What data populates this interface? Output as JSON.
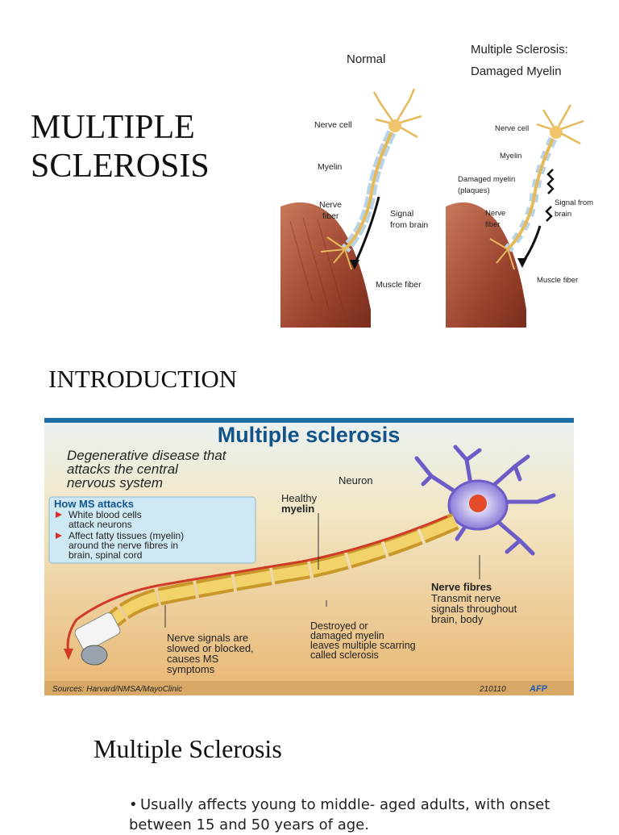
{
  "slide1": {
    "title_line1": "MULTIPLE",
    "title_line2": "SCLEROSIS",
    "figure": {
      "normal_heading": "Normal",
      "ms_heading_line1": "Multiple Sclerosis:",
      "ms_heading_line2": "Damaged Myelin",
      "normal_labels": {
        "nerve_cell": "Nerve cell",
        "myelin": "Myelin",
        "nerve": "Nerve",
        "fiber": "fiber",
        "signal": "Signal",
        "from_brain": "from brain",
        "muscle_fiber": "Muscle fiber"
      },
      "ms_labels": {
        "nerve_cell": "Nerve cell",
        "myelin": "Myelin",
        "damaged_myelin": "Damaged myelin",
        "plaques": "(plaques)",
        "nerve": "Nerve",
        "fiber": "fiber",
        "signal_from": "Signal from",
        "brain": "brain",
        "muscle_fiber": "Muscle fiber"
      }
    }
  },
  "slide2": {
    "title": "INTRODUCTION",
    "infographic": {
      "title": "Multiple sclerosis",
      "subtitle_line1": "Degenerative disease that",
      "subtitle_line2": "attacks the central",
      "subtitle_line3": "nervous system",
      "box_title": "How MS attacks",
      "box_item1_line1": "White blood cells",
      "box_item1_line2": "attack neurons",
      "box_item2_line1": "Affect fatty tissues (myelin)",
      "box_item2_line2": "around the nerve fibres in",
      "box_item2_line3": "brain, spinal cord",
      "neuron": "Neuron",
      "healthy": "Healthy",
      "myelin": "myelin",
      "nerve_fibres": "Nerve fibres",
      "nf_line1": "Transmit nerve",
      "nf_line2": "signals throughout",
      "nf_line3": "brain, body",
      "destroyed_line1": "Destroyed or",
      "destroyed_line2": "damaged myelin",
      "destroyed_line3": "leaves multiple scarring",
      "destroyed_line4": "called sclerosis",
      "signals_line1": "Nerve signals are",
      "signals_line2": "slowed or blocked,",
      "signals_line3": "causes MS",
      "signals_line4": "symptoms",
      "sources": "Sources: Harvard/NMSA/MayoClinic",
      "code": "210110",
      "agency": "AFP"
    }
  },
  "slide3": {
    "title": "Multiple Sclerosis",
    "bullet": "Usually affects young to middle- aged adults, with onset between 15 and 50 years of age."
  }
}
